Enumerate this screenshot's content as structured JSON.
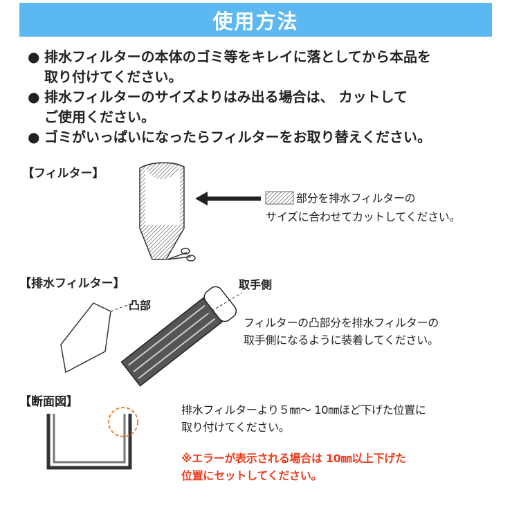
{
  "header": {
    "title": "使用方法"
  },
  "bullets": [
    {
      "line1": "排水フィルターの本体のゴミ等をキレイに落としてから本品を",
      "line2": "取り付けてください。"
    },
    {
      "line1": "排水フィルターのサイズよりはみ出る場合は、 カットして",
      "line2": "ご使用ください。"
    },
    {
      "line1": "ゴミがいっぱいになったらフィルターをお取り替えください。",
      "line2": ""
    }
  ],
  "section_filter": {
    "label": "【フィルター】",
    "note_part": "部分を排水フィルターの",
    "note_line2": "サイズに合わせてカットしてください。"
  },
  "section_drain": {
    "label": "【排水フィルター】",
    "totte_label": "取手側",
    "totsu_label": "凸部",
    "note_line1": "フィルターの凸部分を排水フィルターの",
    "note_line2": "取手側になるように装着してください。"
  },
  "section_cross": {
    "label": "【断面図】",
    "note_line1": "排水フィルターより５㎜～ 10㎜ほど下げた位置に",
    "note_line2": "取り付けてください。",
    "warn_line1": "※エラーが表示される場合は 10㎜以上下げた",
    "warn_line2": "位置にセットしてください。"
  },
  "colors": {
    "header_bg": "#5cb8f0",
    "warning_red": "#ee3a1c",
    "circle_orange": "#f08030"
  }
}
